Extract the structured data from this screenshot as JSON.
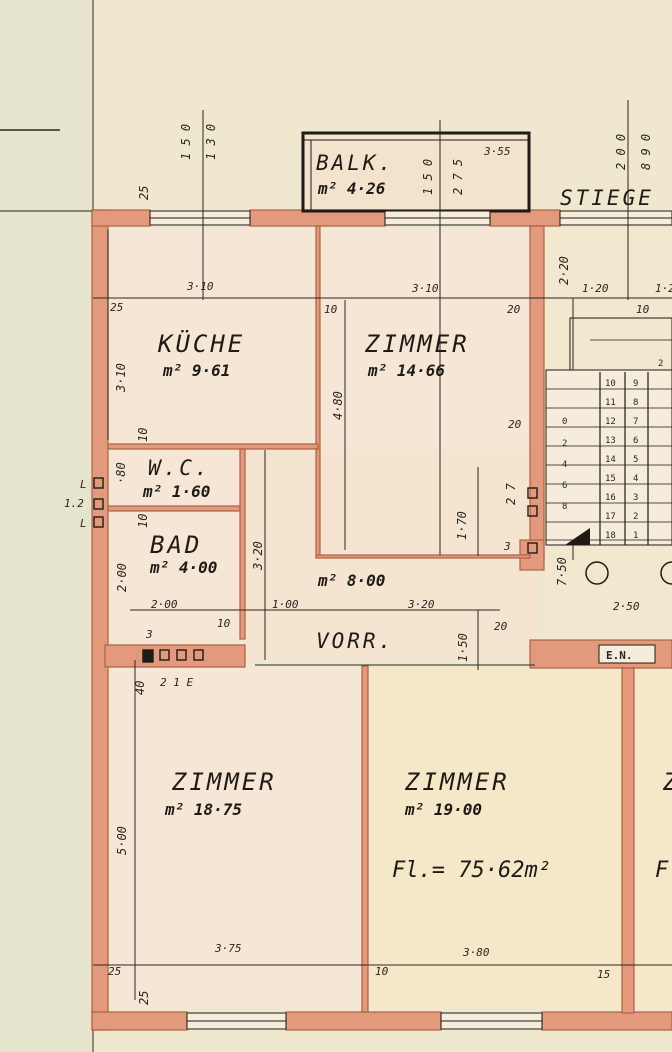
{
  "colors": {
    "paper": "#efe8cf",
    "margin_paper": "#e7e4cd",
    "wall": "#e39a7c",
    "wall_edge": "#b05f45",
    "ink": "#1e1a16",
    "room_fill": "#f5e5d4"
  },
  "rooms": {
    "balkon": {
      "name": "BALK.",
      "area": "m² 4·26"
    },
    "kueche": {
      "name": "KÜCHE",
      "area": "m² 9·61"
    },
    "zimmer_top": {
      "name": "ZIMMER",
      "area": "m² 14·66"
    },
    "wc": {
      "name": "W.C.",
      "area": "m² 1·60"
    },
    "bad": {
      "name": "BAD",
      "area": "m² 4·00"
    },
    "vorraum": {
      "name": "VORR.",
      "area": "m² 8·00"
    },
    "zimmer_left": {
      "name": "ZIMMER",
      "area": "m² 18·75"
    },
    "zimmer_right": {
      "name": "ZIMMER",
      "area": "m² 19·00"
    }
  },
  "total_area": "Fl.= 75·62m²",
  "stiege_label": "STIEGE",
  "en_label": "E.N.",
  "partial_right": {
    "z": "Z",
    "f": "F"
  },
  "dimensions": {
    "d150": "1 5 0",
    "d130": "1 3 0",
    "d200": "2 0 0",
    "d890": "8 9 0",
    "d25_top": "25",
    "bal_150": "1 5 0",
    "bal_275": "2 7 5",
    "bal_355": "3·55",
    "k_310": "3·10",
    "z_310": "3·10",
    "d220": "2·20",
    "d120": "1·20",
    "d1_2": "1·2",
    "d25_a": "25",
    "d10_a": "10",
    "d20_a": "20",
    "d10_b": "10",
    "d310_v": "3·10",
    "d480": "4·80",
    "d10_c": "10",
    "d80": "·80",
    "d10_d": "10",
    "d200_v": "2·00",
    "d320_v": "3·20",
    "d20_b": "20",
    "d170": "1·70",
    "d27": "2 7",
    "d750": "7·50",
    "d3_a": "3",
    "d200_h": "2·00",
    "d100_h": "1·00",
    "d10_e": "10",
    "d320_h": "3·20",
    "d150_v": "1·50",
    "d20_c": "20",
    "d250": "2·50",
    "d3_b": "3",
    "d40": "40",
    "d21e": "2 1 E",
    "d500": "5·00",
    "d375": "3·75",
    "d380": "3·80",
    "d25_b": "25",
    "d10_f": "10",
    "d15": "15",
    "d25_c": "25",
    "l1": "L",
    "l2": "L",
    "d12": "1.2"
  },
  "stairs": {
    "left": [
      "10",
      "11",
      "12",
      "13",
      "14",
      "15",
      "16",
      "17",
      "18"
    ],
    "right": [
      "9",
      "8",
      "7",
      "6",
      "5",
      "4",
      "3",
      "2",
      "1"
    ],
    "top_right": "2",
    "mid_left": [
      "0",
      "2",
      "4",
      "6",
      "8"
    ]
  }
}
